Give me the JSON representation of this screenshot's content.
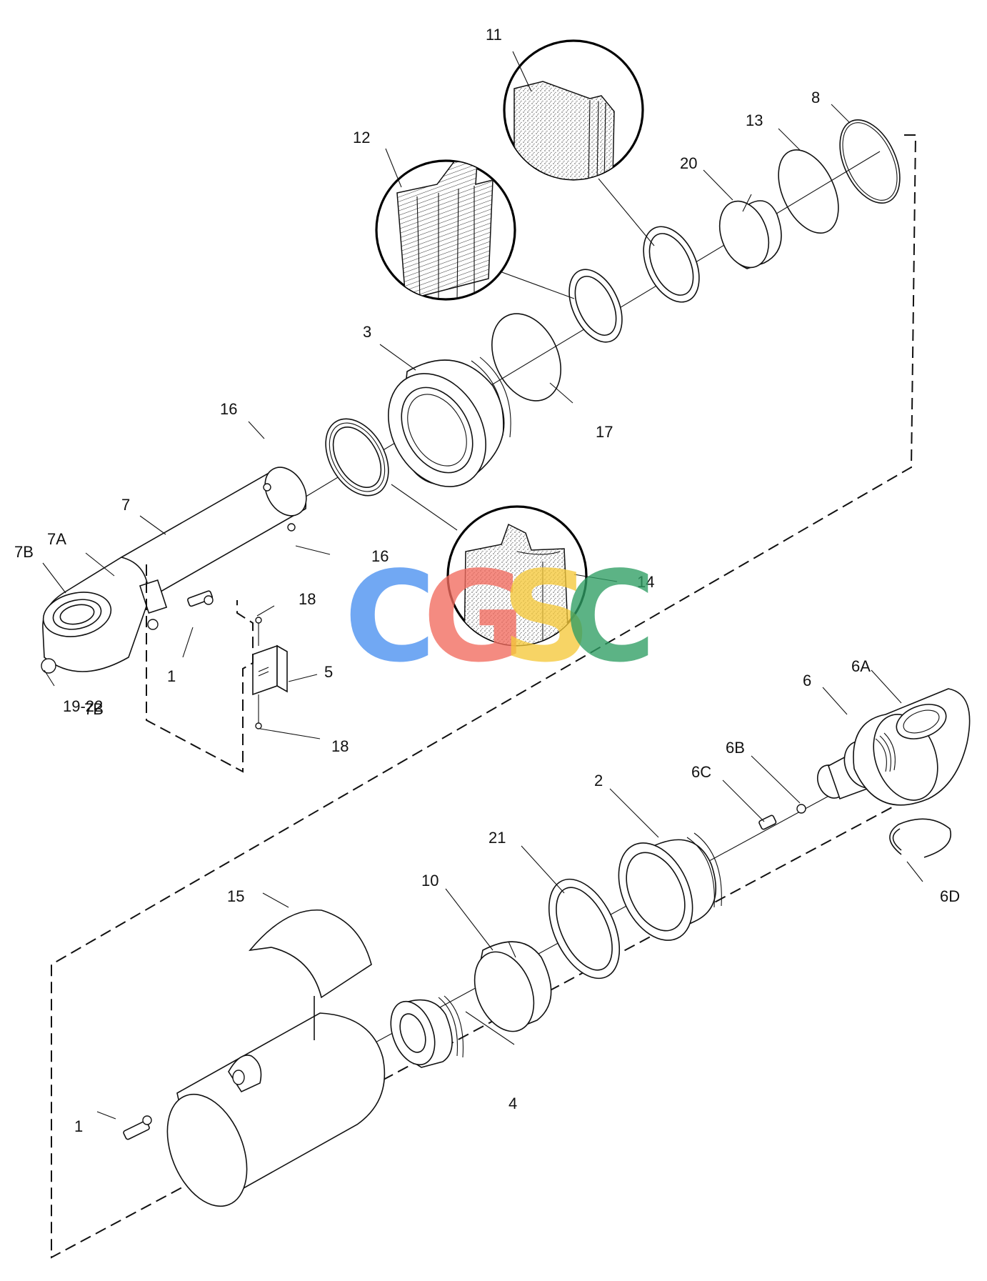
{
  "diagram": {
    "callouts": {
      "c1_top": "1",
      "c1_bottom": "1",
      "c2": "2",
      "c3": "3",
      "c4": "4",
      "c5": "5",
      "c6": "6",
      "c6a": "6A",
      "c6b": "6B",
      "c6c": "6C",
      "c6d": "6D",
      "c7": "7",
      "c7a": "7A",
      "c7b": "7B",
      "c7b_overlap": "7B",
      "c8": "8",
      "c10": "10",
      "c11": "11",
      "c12": "12",
      "c13": "13",
      "c14": "14",
      "c15": "15",
      "c16_top": "16",
      "c16_right": "16",
      "c17": "17",
      "c18_top": "18",
      "c18_bottom": "18",
      "c19_22": "19-22",
      "c20": "20",
      "c21": "21"
    }
  },
  "watermark": {
    "letters": [
      "C",
      "G",
      "S",
      "C"
    ],
    "colors": [
      "#4a90f0",
      "#f26b5e",
      "#f5c93b",
      "#2f9e64"
    ]
  }
}
